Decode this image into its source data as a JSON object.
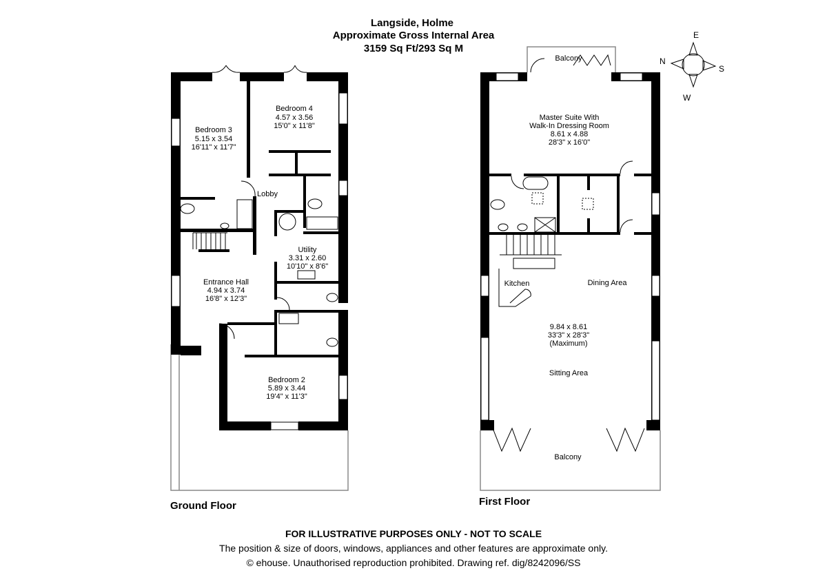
{
  "header": {
    "property": "Langside, Holme",
    "subtitle": "Approximate Gross Internal Area",
    "area": "3159 Sq Ft/293 Sq M"
  },
  "compass": {
    "n": "N",
    "e": "E",
    "s": "S",
    "w": "W"
  },
  "ground_floor": {
    "label": "Ground Floor",
    "rooms": [
      {
        "name": "Bedroom 3",
        "metric": "5.15 x 3.54",
        "imperial": "16'11\" x 11'7\""
      },
      {
        "name": "Bedroom 4",
        "metric": "4.57 x 3.56",
        "imperial": "15'0\" x 11'8\""
      },
      {
        "name": "Lobby"
      },
      {
        "name": "Utility",
        "metric": "3.31 x 2.60",
        "imperial": "10'10\" x 8'6\""
      },
      {
        "name": "Entrance Hall",
        "metric": "4.94 x 3.74",
        "imperial": "16'8\" x 12'3\""
      },
      {
        "name": "Bedroom 2",
        "metric": "5.89 x 3.44",
        "imperial": "19'4\" x 11'3\""
      }
    ]
  },
  "first_floor": {
    "label": "First Floor",
    "rooms": [
      {
        "name": "Balcony"
      },
      {
        "name": "Master Suite With",
        "name2": "Walk-In Dressing Room",
        "metric": "8.61 x 4.88",
        "imperial": "28'3\" x 16'0\""
      },
      {
        "name": "Kitchen"
      },
      {
        "name": "Dining Area"
      },
      {
        "metric": "9.84 x 8.61",
        "imperial": "33'3\" x 28'3\"",
        "note": "(Maximum)"
      },
      {
        "name": "Sitting Area"
      },
      {
        "name": "Balcony"
      }
    ]
  },
  "footer": {
    "disclaimer": "FOR ILLUSTRATIVE PURPOSES ONLY - NOT TO SCALE",
    "note": "The position & size of doors, windows, appliances and other features are approximate only.",
    "copyright": "© ehouse. Unauthorised reproduction prohibited. Drawing ref. dig/8242096/SS"
  }
}
